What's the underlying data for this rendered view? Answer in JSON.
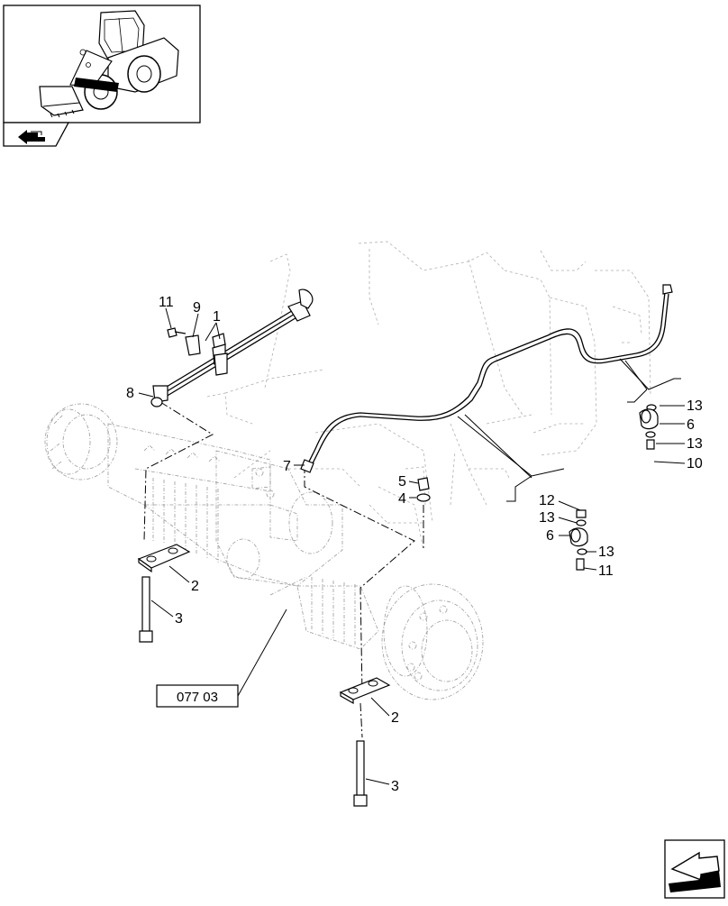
{
  "diagram": {
    "reference_box": "077 03",
    "callouts": {
      "c1": "1",
      "c2a": "2",
      "c2b": "2",
      "c3a": "3",
      "c3b": "3",
      "c4": "4",
      "c5": "5",
      "c6a": "6",
      "c6b": "6",
      "c7": "7",
      "c8": "8",
      "c9": "9",
      "c10": "10",
      "c11a": "11",
      "c11b": "11",
      "c12": "12",
      "c13a": "13",
      "c13b": "13",
      "c13c": "13",
      "c13d": "13"
    },
    "icons": {
      "thumbnail": "wheel-loader-thumbnail-icon",
      "nav_back": "back-arrow-icon",
      "nav_next": "next-page-arrow-icon"
    }
  }
}
